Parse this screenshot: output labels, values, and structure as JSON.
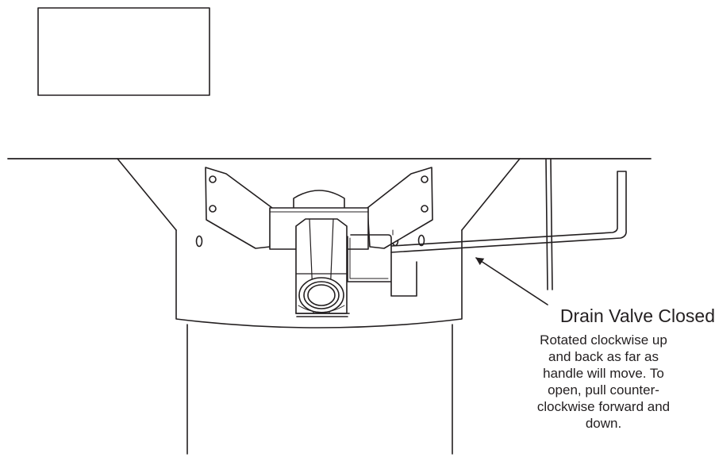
{
  "callout": {
    "title": "Drain Valve Closed",
    "lines": [
      "Rotated clockwise up",
      "and back as far as",
      "handle will move. To",
      "open, pull counter-",
      "clockwise forward and",
      "down."
    ]
  },
  "colors": {
    "stroke": "#231f20",
    "background": "#ffffff"
  }
}
